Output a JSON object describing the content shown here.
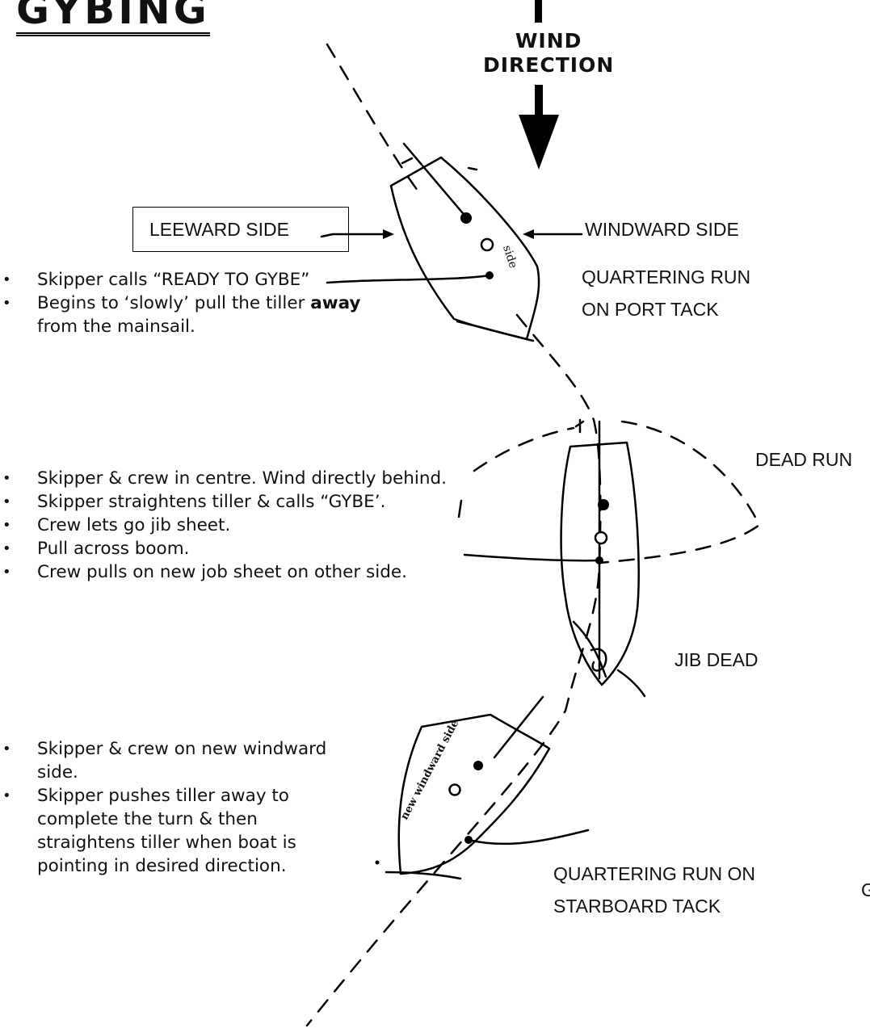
{
  "title": "GYBING",
  "wind": {
    "line1": "WIND",
    "line2": "DIRECTION"
  },
  "labels": {
    "leeward_side": "LEEWARD SIDE",
    "windward_side": "WINDWARD SIDE",
    "quartering_port_1": "QUARTERING RUN",
    "quartering_port_2": "ON PORT TACK",
    "dead_run": "DEAD RUN",
    "jib_dead": "JIB DEAD",
    "quartering_starboard_1": "QUARTERING RUN ON",
    "quartering_starboard_2": "STARBOARD TACK",
    "cut_letter": "G",
    "side_note": "side",
    "new_windward_note": "new windward side."
  },
  "steps_top": [
    "Skipper calls “READY TO GYBE”",
    "Begins to ‘slowly’ pull the tiller away from the mainsail."
  ],
  "steps_top_bold_word": "away",
  "steps_middle": [
    "Skipper & crew in centre.  Wind directly behind.",
    "Skipper straightens tiller & calls “GYBE’.",
    "Crew lets go jib sheet.",
    "Pull across boom.",
    "Crew pulls on new job sheet on other side."
  ],
  "steps_bottom": [
    "Skipper & crew on new windward side.",
    "Skipper pushes tiller away to complete the turn & then straightens tiller when boat is pointing in desired direction."
  ]
}
